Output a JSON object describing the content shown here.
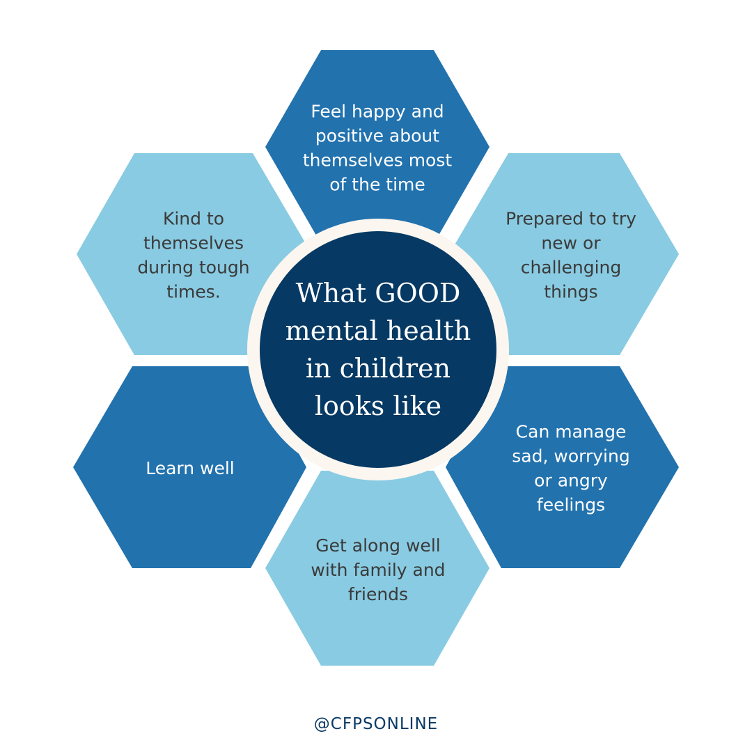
{
  "diagram": {
    "center": {
      "lines": [
        "What GOOD",
        "mental health",
        "in children",
        "looks like"
      ]
    },
    "items": [
      {
        "id": "top",
        "lines": [
          "Feel happy and",
          "positive about",
          "themselves most",
          "of the time"
        ],
        "tone": "dark"
      },
      {
        "id": "upper-right",
        "lines": [
          "Prepared to try",
          "new or",
          "challenging",
          "things"
        ],
        "tone": "light"
      },
      {
        "id": "lower-right",
        "lines": [
          "Can manage",
          "sad, worrying",
          "or angry",
          "feelings"
        ],
        "tone": "dark"
      },
      {
        "id": "bottom",
        "lines": [
          "Get along well",
          "with family and",
          "friends"
        ],
        "tone": "light"
      },
      {
        "id": "lower-left",
        "lines": [
          "Learn well"
        ],
        "tone": "dark"
      },
      {
        "id": "upper-left",
        "lines": [
          "Kind to",
          "themselves",
          "during tough",
          "times."
        ],
        "tone": "light"
      }
    ]
  },
  "footer": {
    "handle": "@CFPSONLINE"
  },
  "colors": {
    "dark_hex": "#2272ae",
    "light_hex": "#89cbe2",
    "center_fill": "#063963",
    "center_ring": "#fbf6ef",
    "dark_text": "#ffffff",
    "light_text": "#3a3a3a",
    "handle_text": "#0b3a66"
  }
}
